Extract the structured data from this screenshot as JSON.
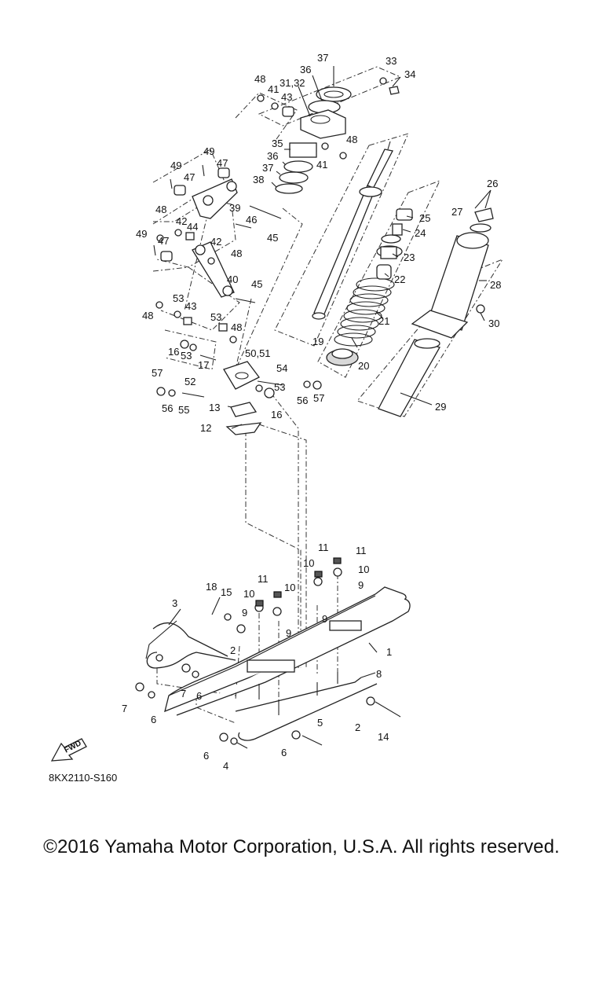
{
  "diagram": {
    "catalog_code": "8KX2110-S160",
    "fwd_label": "FWD",
    "callouts": [
      {
        "id": "c1",
        "text": "1"
      },
      {
        "id": "c2a",
        "text": "2"
      },
      {
        "id": "c2b",
        "text": "2"
      },
      {
        "id": "c3",
        "text": "3"
      },
      {
        "id": "c4",
        "text": "4"
      },
      {
        "id": "c5",
        "text": "5"
      },
      {
        "id": "c6a",
        "text": "6"
      },
      {
        "id": "c6b",
        "text": "6"
      },
      {
        "id": "c6c",
        "text": "6"
      },
      {
        "id": "c6d",
        "text": "6"
      },
      {
        "id": "c7a",
        "text": "7"
      },
      {
        "id": "c7b",
        "text": "7"
      },
      {
        "id": "c8",
        "text": "8"
      },
      {
        "id": "c9a",
        "text": "9"
      },
      {
        "id": "c9b",
        "text": "9"
      },
      {
        "id": "c9c",
        "text": "9"
      },
      {
        "id": "c9d",
        "text": "9"
      },
      {
        "id": "c10a",
        "text": "10"
      },
      {
        "id": "c10b",
        "text": "10"
      },
      {
        "id": "c10c",
        "text": "10"
      },
      {
        "id": "c10d",
        "text": "10"
      },
      {
        "id": "c11a",
        "text": "11"
      },
      {
        "id": "c11b",
        "text": "11"
      },
      {
        "id": "c11c",
        "text": "11"
      },
      {
        "id": "c12",
        "text": "12"
      },
      {
        "id": "c13",
        "text": "13"
      },
      {
        "id": "c14",
        "text": "14"
      },
      {
        "id": "c15",
        "text": "15"
      },
      {
        "id": "c16a",
        "text": "16"
      },
      {
        "id": "c16b",
        "text": "16"
      },
      {
        "id": "c17",
        "text": "17"
      },
      {
        "id": "c18",
        "text": "18"
      },
      {
        "id": "c19",
        "text": "19"
      },
      {
        "id": "c20",
        "text": "20"
      },
      {
        "id": "c21",
        "text": "21"
      },
      {
        "id": "c22",
        "text": "22"
      },
      {
        "id": "c23",
        "text": "23"
      },
      {
        "id": "c24",
        "text": "24"
      },
      {
        "id": "c25",
        "text": "25"
      },
      {
        "id": "c26",
        "text": "26"
      },
      {
        "id": "c27",
        "text": "27"
      },
      {
        "id": "c28",
        "text": "28"
      },
      {
        "id": "c29",
        "text": "29"
      },
      {
        "id": "c30",
        "text": "30"
      },
      {
        "id": "c3132",
        "text": "31,32"
      },
      {
        "id": "c33",
        "text": "33"
      },
      {
        "id": "c34",
        "text": "34"
      },
      {
        "id": "c35",
        "text": "35"
      },
      {
        "id": "c36a",
        "text": "36"
      },
      {
        "id": "c36b",
        "text": "36"
      },
      {
        "id": "c37a",
        "text": "37"
      },
      {
        "id": "c37b",
        "text": "37"
      },
      {
        "id": "c38",
        "text": "38"
      },
      {
        "id": "c39",
        "text": "39"
      },
      {
        "id": "c40",
        "text": "40"
      },
      {
        "id": "c41a",
        "text": "41"
      },
      {
        "id": "c41b",
        "text": "41"
      },
      {
        "id": "c42a",
        "text": "42"
      },
      {
        "id": "c42b",
        "text": "42"
      },
      {
        "id": "c43a",
        "text": "43"
      },
      {
        "id": "c43b",
        "text": "43"
      },
      {
        "id": "c44",
        "text": "44"
      },
      {
        "id": "c45a",
        "text": "45"
      },
      {
        "id": "c45b",
        "text": "45"
      },
      {
        "id": "c46",
        "text": "46"
      },
      {
        "id": "c47a",
        "text": "47"
      },
      {
        "id": "c47b",
        "text": "47"
      },
      {
        "id": "c47c",
        "text": "47"
      },
      {
        "id": "c48a",
        "text": "48"
      },
      {
        "id": "c48b",
        "text": "48"
      },
      {
        "id": "c48c",
        "text": "48"
      },
      {
        "id": "c48d",
        "text": "48"
      },
      {
        "id": "c48e",
        "text": "48"
      },
      {
        "id": "c48f",
        "text": "48"
      },
      {
        "id": "c49a",
        "text": "49"
      },
      {
        "id": "c49b",
        "text": "49"
      },
      {
        "id": "c49c",
        "text": "49"
      },
      {
        "id": "c5051",
        "text": "50,51"
      },
      {
        "id": "c52",
        "text": "52"
      },
      {
        "id": "c53a",
        "text": "53"
      },
      {
        "id": "c53b",
        "text": "53"
      },
      {
        "id": "c53c",
        "text": "53"
      },
      {
        "id": "c53d",
        "text": "53"
      },
      {
        "id": "c54",
        "text": "54"
      },
      {
        "id": "c55",
        "text": "55"
      },
      {
        "id": "c56a",
        "text": "56"
      },
      {
        "id": "c56b",
        "text": "56"
      },
      {
        "id": "c57a",
        "text": "57"
      },
      {
        "id": "c57b",
        "text": "57"
      }
    ]
  },
  "footer": {
    "copyright": "©2016 Yamaha Motor Corporation, U.S.A. All rights reserved."
  }
}
